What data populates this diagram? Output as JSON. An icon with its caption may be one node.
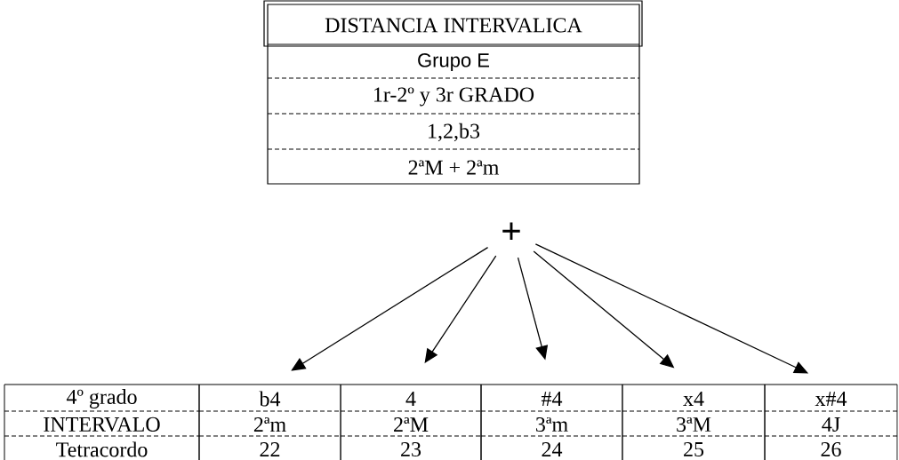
{
  "diagram": {
    "nodes": [
      {
        "text": [
          "DISTANCIA INTERVALICA",
          "Grupo E",
          "1r-2º y 3r GRADO",
          "1,2,b3",
          "2ªM + 2ªm"
        ]
      },
      {
        "text": [
          "+"
        ]
      },
      {
        "text": [
          "4º grado",
          "INTERVALO",
          "Tetracordo"
        ]
      },
      {
        "text": [
          "b4",
          "2ªm",
          "22"
        ]
      },
      {
        "text": [
          "4",
          "2ªM",
          "23"
        ]
      },
      {
        "text": [
          "#4",
          "3ªm",
          "24"
        ]
      },
      {
        "text": [
          "x4",
          "3ªM",
          "25"
        ]
      },
      {
        "text": [
          "x#4",
          "4J",
          "26"
        ]
      }
    ],
    "edges": [
      {
        "from": 1,
        "to": 3,
        "arrow": "to"
      },
      {
        "from": 1,
        "to": 4,
        "arrow": "to"
      },
      {
        "from": 1,
        "to": 5,
        "arrow": "to"
      },
      {
        "from": 1,
        "to": 6,
        "arrow": "to"
      },
      {
        "from": 1,
        "to": 7,
        "arrow": "to"
      }
    ]
  }
}
